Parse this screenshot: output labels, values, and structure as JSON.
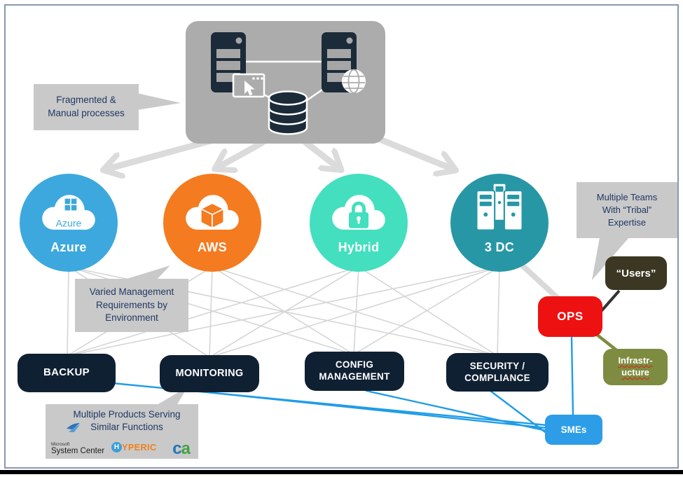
{
  "callouts": {
    "fragmented": "Fragmented &\nManual processes",
    "varied": "Varied Management\nRequirements by\nEnvironment",
    "teams": "Multiple Teams\nWith “Tribal”\nExpertise",
    "products_line1": "Multiple Products Serving",
    "products_line2": "Similar Functions"
  },
  "environments": [
    {
      "label": "Azure",
      "color": "#3DA8DD",
      "icon": "azure-windows-cloud-icon",
      "cloud_text": "Azure"
    },
    {
      "label": "AWS",
      "color": "#F47B20",
      "icon": "aws-cube-cloud-icon"
    },
    {
      "label": "Hybrid",
      "color": "#43DFBE",
      "icon": "secure-lock-cloud-icon"
    },
    {
      "label": "3 DC",
      "color": "#2797A6",
      "icon": "datacenter-servers-icon"
    }
  ],
  "functions": [
    {
      "label": "BACKUP"
    },
    {
      "label": "MONITORING"
    },
    {
      "label": "CONFIG\nMANAGEMENT"
    },
    {
      "label": "SECURITY /\nCOMPLIANCE"
    }
  ],
  "org": {
    "users": "“Users”",
    "ops": "OPS",
    "infrastructure": "Infrastr-\nucture",
    "smes": "SMEs"
  },
  "products": [
    {
      "name": "microsoft-system-center",
      "brand": "Microsoft",
      "label": "System Center"
    },
    {
      "name": "hyperic",
      "initial": "H",
      "label": "YPERIC"
    },
    {
      "name": "ca-technologies",
      "c": "c",
      "a": "a"
    }
  ],
  "colors": {
    "azure_blue": "#3DA8DD",
    "aws_orange": "#F47B20",
    "hybrid_mint": "#43DFBE",
    "dc_teal": "#2797A6",
    "function_box_navy": "#0F2033",
    "ops_red": "#EE1111",
    "users_olive": "#3B3723",
    "infrastructure_green": "#7D8C40",
    "smes_blue": "#2D9DE8",
    "callout_gray": "#C9C9C9",
    "callout_text_blue": "#1F3864",
    "connector_blue": "#1E9CE8",
    "connector_gray": "#D5D5D5",
    "illustration_gray": "#ACACAC"
  }
}
